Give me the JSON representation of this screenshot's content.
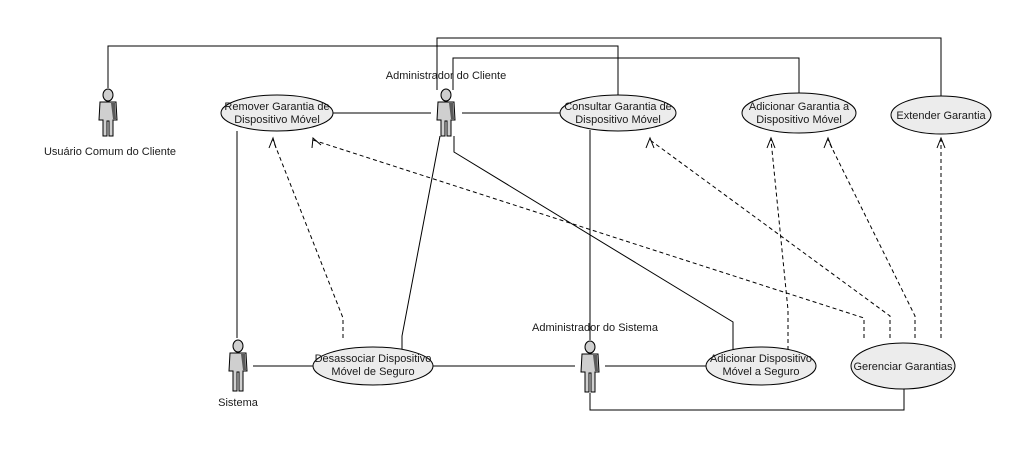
{
  "diagram": {
    "actors": [
      {
        "id": "usuario_comum",
        "label": "Usuário Comum do Cliente"
      },
      {
        "id": "admin_cliente",
        "label": "Administrador do Cliente"
      },
      {
        "id": "sistema",
        "label": "Sistema"
      },
      {
        "id": "admin_sistema",
        "label": "Administrador do Sistema"
      }
    ],
    "use_cases": [
      {
        "id": "remover",
        "lines": [
          "Remover Garantia de",
          "Dispositivo Móvel"
        ]
      },
      {
        "id": "consultar",
        "lines": [
          "Consultar Garantia de",
          "Dispositivo Móvel"
        ]
      },
      {
        "id": "adicionar_garantia",
        "lines": [
          "Adicionar Garantia a",
          "Dispositivo Móvel"
        ]
      },
      {
        "id": "extender",
        "lines": [
          "Extender Garantia"
        ]
      },
      {
        "id": "desassociar",
        "lines": [
          "Desassociar Dispositivo",
          "Móvel de Seguro"
        ]
      },
      {
        "id": "adicionar_dispositivo",
        "lines": [
          "Adicionar Dispositivo",
          "Móvel a Seguro"
        ]
      },
      {
        "id": "gerenciar",
        "lines": [
          "Gerenciar Garantias"
        ]
      }
    ],
    "associations": [
      [
        "usuario_comum",
        "consultar"
      ],
      [
        "admin_cliente",
        "remover"
      ],
      [
        "admin_cliente",
        "consultar"
      ],
      [
        "admin_cliente",
        "adicionar_garantia"
      ],
      [
        "admin_cliente",
        "extender"
      ],
      [
        "admin_cliente",
        "desassociar"
      ],
      [
        "admin_cliente",
        "adicionar_dispositivo"
      ],
      [
        "sistema",
        "remover"
      ],
      [
        "sistema",
        "desassociar"
      ],
      [
        "admin_sistema",
        "desassociar"
      ],
      [
        "admin_sistema",
        "adicionar_dispositivo"
      ],
      [
        "admin_sistema",
        "consultar"
      ],
      [
        "admin_sistema",
        "gerenciar"
      ]
    ],
    "dependencies": [
      [
        "desassociar",
        "remover"
      ],
      [
        "gerenciar",
        "remover"
      ],
      [
        "gerenciar",
        "consultar"
      ],
      [
        "gerenciar",
        "adicionar_garantia"
      ],
      [
        "gerenciar",
        "extender"
      ],
      [
        "adicionar_dispositivo",
        "adicionar_garantia"
      ]
    ]
  }
}
